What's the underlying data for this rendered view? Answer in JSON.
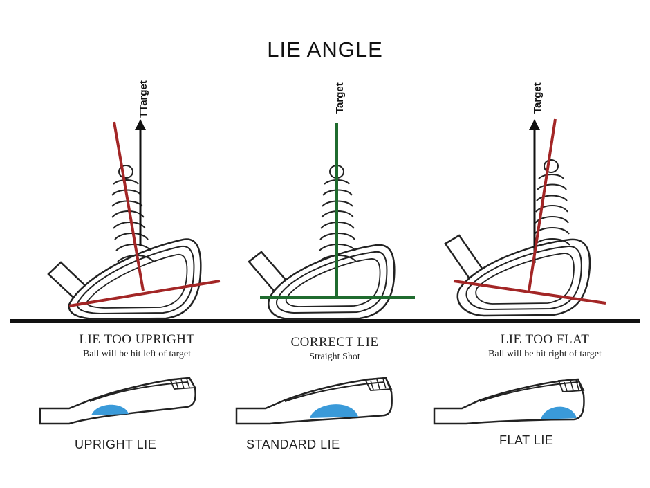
{
  "title": "LIE ANGLE",
  "colors": {
    "wrong_line": "#a32626",
    "correct_line": "#1f6b2e",
    "ground": "#111111",
    "contact": "#3a9ad9"
  },
  "panels": [
    {
      "target_label": "TTarget",
      "heading": "LIE TOO UPRIGHT",
      "subtext": "Ball will be hit left of target",
      "contact_label": "UPRIGHT LIE"
    },
    {
      "target_label": "Target",
      "heading": "CORRECT LIE",
      "subtext": "Straight Shot",
      "contact_label": "STANDARD LIE"
    },
    {
      "target_label": "Target",
      "heading": "LIE TOO FLAT",
      "subtext": "Ball will be hit right of target",
      "contact_label": "FLAT LIE"
    }
  ]
}
